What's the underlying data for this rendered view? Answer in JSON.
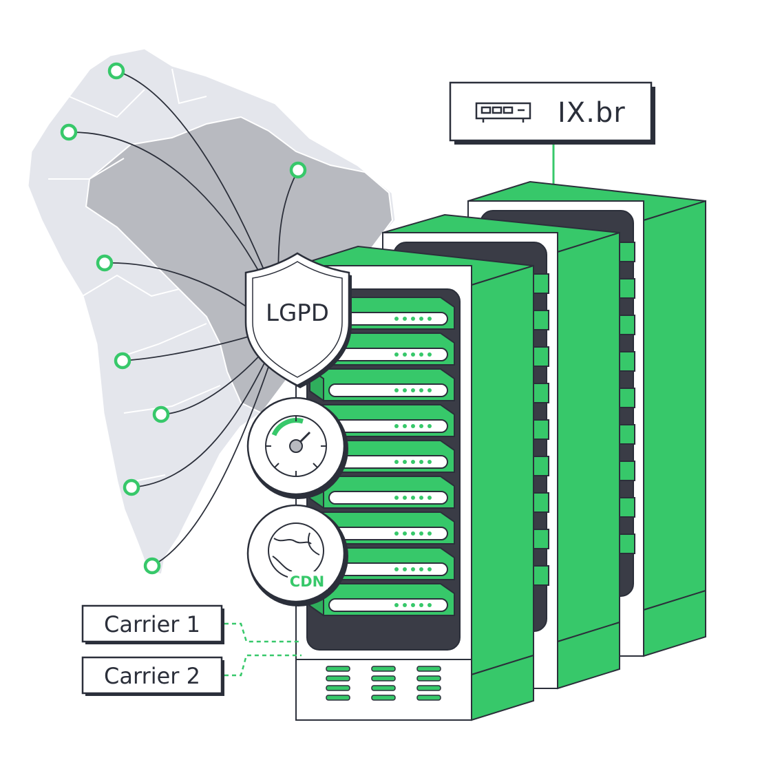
{
  "ix_box": {
    "label": "IX.br",
    "icon": "network-switch-icon"
  },
  "shield": {
    "label": "LGPD",
    "icon": "shield-icon"
  },
  "speed_badge": {
    "icon": "speedometer-icon"
  },
  "cdn_badge": {
    "label": "CDN",
    "icon": "globe-icon"
  },
  "carriers": [
    {
      "label": "Carrier 1"
    },
    {
      "label": "Carrier 2"
    }
  ],
  "map": {
    "icon": "south-america-map"
  },
  "colors": {
    "accent": "#37c86a",
    "outline": "#2b2f3a",
    "map_light": "#e4e6ec",
    "map_dark": "#b8bac0",
    "rack_inner": "#3a3c46"
  }
}
